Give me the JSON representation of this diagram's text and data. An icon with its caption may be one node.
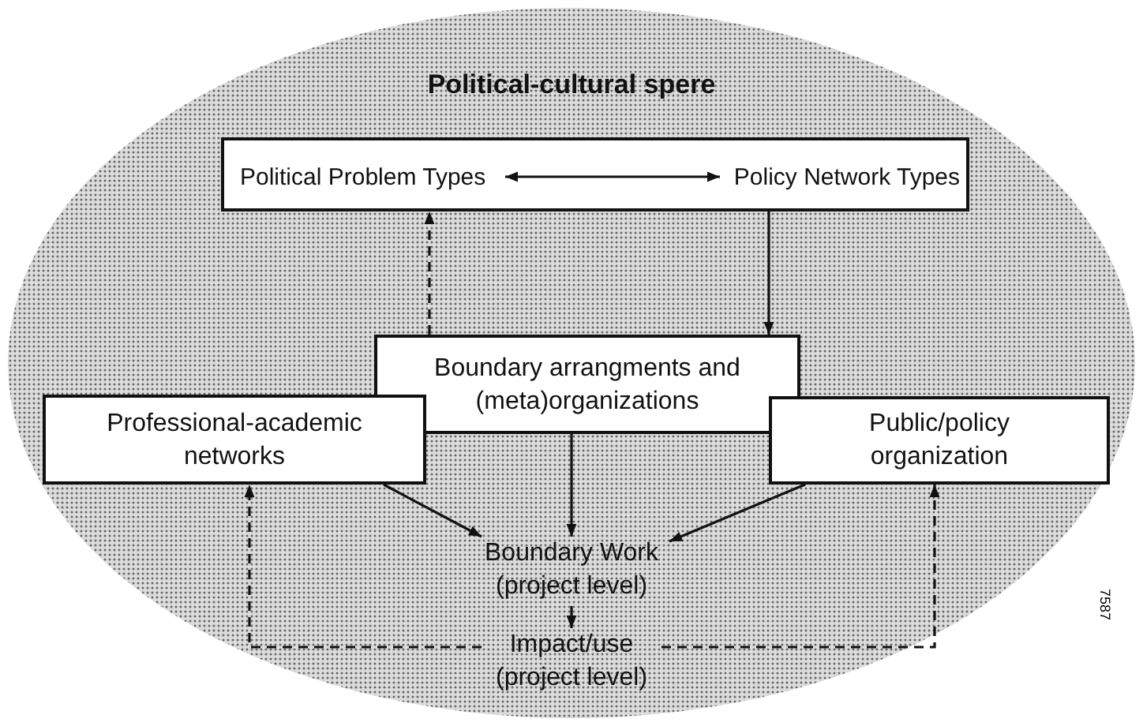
{
  "diagram": {
    "nodes": [
      {
        "text": [
          "Political-cultural spere"
        ]
      },
      {
        "text": [],
        "shape": "box",
        "in": 0
      },
      {
        "text": [
          "Political Problem Types"
        ],
        "in": 1
      },
      {
        "text": [
          "Policy Network Types"
        ],
        "in": 1
      },
      {
        "text": [
          "Boundary arrangments and (meta)organizations"
        ],
        "in": 0
      },
      {
        "text": [
          "Professional-academic networks"
        ],
        "in": 0
      },
      {
        "text": [
          "Public/policy organization"
        ],
        "in": 0
      },
      {
        "text": [
          "Boundary Work (project level)"
        ],
        "in": 0
      },
      {
        "text": [
          "Impact/use (project level)"
        ],
        "in": 0
      }
    ],
    "edges": [
      {
        "from": 2,
        "to": 3,
        "arrow": "both"
      },
      {
        "from": 4,
        "to": 1,
        "arrow": "to",
        "style": "dashed"
      },
      {
        "from": 1,
        "to": 4,
        "arrow": "to"
      },
      {
        "from": 4,
        "to": 7,
        "arrow": "to"
      },
      {
        "from": 5,
        "to": 7,
        "arrow": "to"
      },
      {
        "from": 6,
        "to": 7,
        "arrow": "to"
      },
      {
        "from": 7,
        "to": 8,
        "arrow": "to"
      },
      {
        "from": 8,
        "to": 5,
        "arrow": "to",
        "style": "dashed"
      },
      {
        "from": 8,
        "to": 6,
        "arrow": "to",
        "style": "dashed"
      }
    ],
    "labels": [
      "7587"
    ]
  }
}
